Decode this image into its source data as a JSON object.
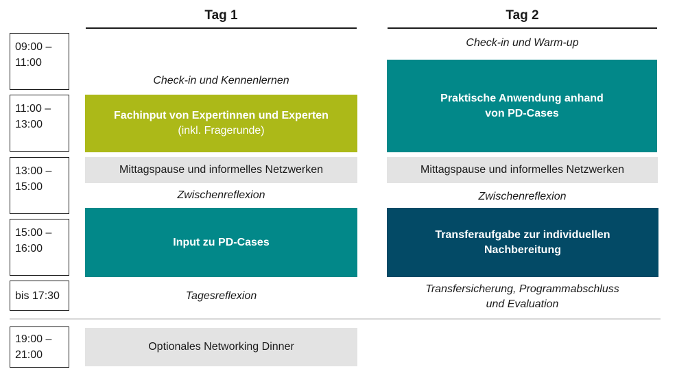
{
  "days": {
    "day1": "Tag 1",
    "day2": "Tag 2"
  },
  "times": {
    "t1": [
      "09:00 –",
      "11:00"
    ],
    "t2": [
      "11:00 –",
      "13:00"
    ],
    "t3": [
      "13:00 –",
      "15:00"
    ],
    "t4": [
      "15:00 –",
      "16:00"
    ],
    "t5": "bis 17:30",
    "t6": [
      "19:00 –",
      "21:00"
    ]
  },
  "day1": {
    "checkin": "Check-in und Kennenlernen",
    "fachinput_title": "Fachinput von Expertinnen und Experten",
    "fachinput_sub": "(inkl. Fragerunde)",
    "lunch": "Mittagspause und informelles Netzwerken",
    "zwischenreflexion": "Zwischenreflexion",
    "input_cases": "Input zu PD-Cases",
    "tagesreflexion": "Tagesreflexion",
    "dinner": "Optionales Networking Dinner"
  },
  "day2": {
    "checkin": "Check-in und Warm-up",
    "anwendung": [
      "Praktische Anwendung anhand",
      "von PD-Cases"
    ],
    "lunch": "Mittagspause und informelles Netzwerken",
    "zwischenreflexion": "Zwischenreflexion",
    "transfer": [
      "Transferaufgabe zur individuellen",
      "Nachbereitung"
    ],
    "abschluss": [
      "Transfersicherung, Programmabschluss",
      "und Evaluation"
    ]
  },
  "colors": {
    "green": "#acb918",
    "teal": "#028889",
    "navy": "#034a66",
    "grey": "#e3e3e3"
  }
}
